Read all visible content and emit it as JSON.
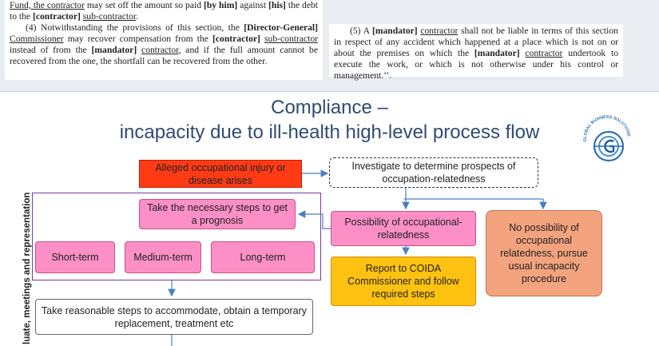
{
  "legal": {
    "left_line1_a": "Fund, the contractor",
    "left_line1_b": " may set off the amount so paid ",
    "left_line1_c": "[by him]",
    "left_line1_d": " against ",
    "left_line1_e": "[his]",
    "left_line2_a": "the debt to the ",
    "left_line2_b": "[contractor]",
    "left_line2_c": "sub-contractor",
    "left_line2_d": ".",
    "left_p2_a": "(4) Notwithstanding the provisions of this section, the ",
    "left_p2_b": "[Director-General]",
    "left_p2_c": "Commissioner",
    "left_p2_d": " may recover compensation from the ",
    "left_p2_e": "[contractor]",
    "left_p2_f": "sub-contractor",
    "left_p2_g": " instead of from the ",
    "left_p2_h": "[mandator]",
    "left_p2_i": "contractor",
    "left_p2_j": ", and if the full amount cannot be recovered from the one, the shortfall can be recovered from the other.",
    "right_a": "(5) A ",
    "right_b": "[mandator]",
    "right_c": "contractor",
    "right_d": " shall not be liable in terms of this section in respect of any accident which happened at a place which is not on or about the premises on which the ",
    "right_e": "[mandator]",
    "right_f": "contractor",
    "right_g": " undertook to execute the work, or which is not otherwise under his control or management.’’."
  },
  "slide": {
    "title_line1": "Compliance –",
    "title_line2": "incapacity due to ill-health high-level process flow",
    "side_label": "luate, meetings and representation",
    "logo_text": "GLOBAL BUSINESS SOLUTIONS",
    "boxes": {
      "alleged": "Alleged occupational injury or disease arises",
      "investigate": "Investigate to determine prospects of occupation-relatedness",
      "prognosis": "Take the necessary steps to get a prognosis",
      "possibility": "Possibility of occupational-relatedness",
      "no_possibility": "No possibility of occupational relatedness, pursue usual incapacity procedure",
      "short": "Short-term",
      "medium": "Medium-term",
      "long": "Long-term",
      "report": "Report to COIDA Commissioner and follow required steps",
      "accommodate": "Take reasonable steps to accommodate, obtain a temporary replacement, treatment etc"
    }
  },
  "colors": {
    "title": "#2f4b73",
    "red_box": "#ff3b16",
    "pink_box": "#fb8fc6",
    "orange_box": "#f4a37f",
    "yellow_box": "#ffc210",
    "frame": "#7a3aa0",
    "arrow": "#4a7fc0"
  }
}
